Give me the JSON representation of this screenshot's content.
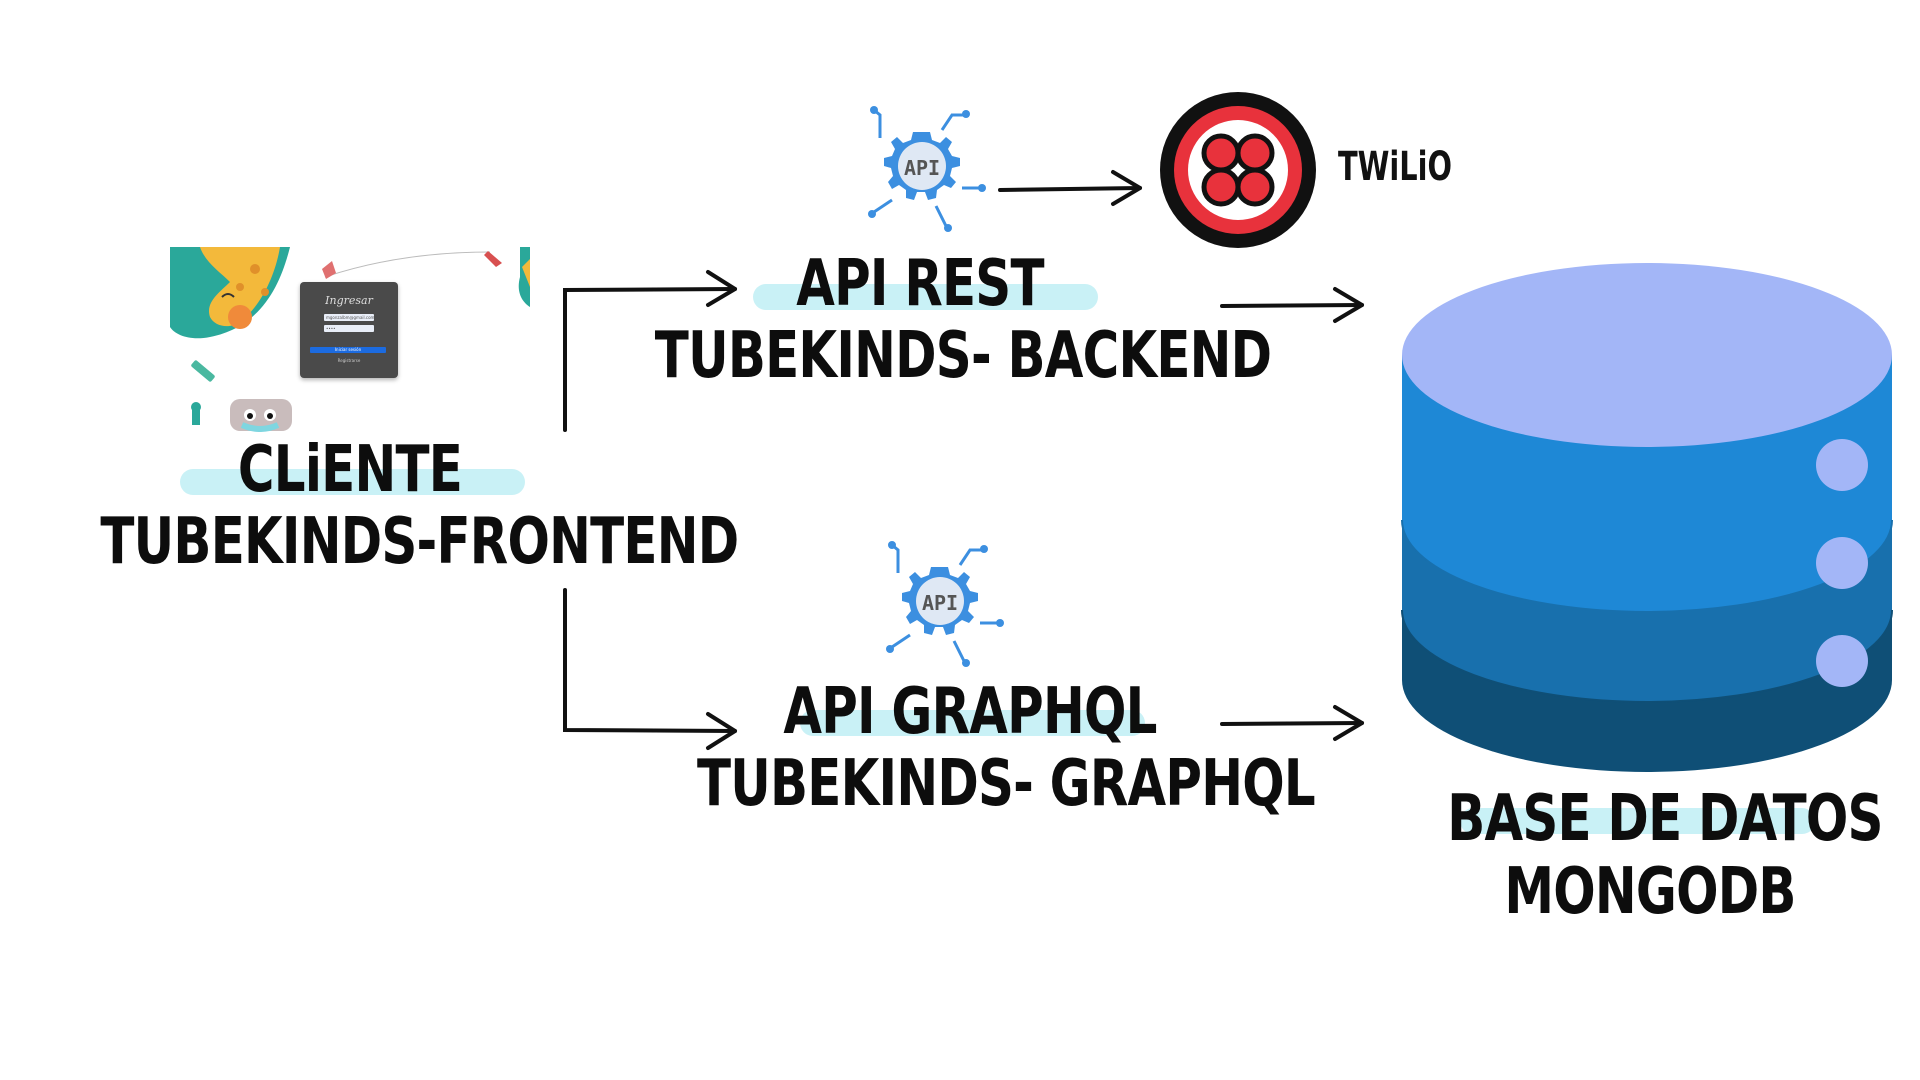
{
  "nodes": {
    "client": {
      "title": "CLiENTE",
      "subtitle": "TUBEKINDS-FRONTEND",
      "thumbnail": {
        "login_title": "Ingresar",
        "email_value": "mgonzalbm@gmail.com",
        "password_value": "••••",
        "login_button": "Iniciar sesión",
        "register_link": "Registrarse"
      }
    },
    "api_rest": {
      "title": "API REST",
      "subtitle": "TUBEKINDS- BACKEND",
      "icon": "api-gear-icon",
      "icon_text": "API"
    },
    "api_graphql": {
      "title": "API GRAPHQL",
      "subtitle": "TUBEKINDS- GRAPHQL",
      "icon": "api-gear-icon",
      "icon_text": "API"
    },
    "twilio": {
      "label": "TWiLiO",
      "icon": "twilio-logo-icon"
    },
    "database": {
      "title": "BASE DE DATOS",
      "subtitle": "MONGODB",
      "icon": "database-cylinder-icon"
    }
  },
  "edges": [
    {
      "from": "client",
      "to": "api_rest"
    },
    {
      "from": "client",
      "to": "api_graphql"
    },
    {
      "from": "api_rest",
      "to": "twilio"
    },
    {
      "from": "api_rest",
      "to": "database"
    },
    {
      "from": "api_graphql",
      "to": "database"
    }
  ],
  "colors": {
    "highlight": "#c9f1f6",
    "api_gear": "#3c8fe0",
    "twilio_red": "#e8323c",
    "db_top": "#a3b6f7",
    "db_band1": "#1e88d6",
    "db_band2": "#1870ad",
    "db_band3": "#0f4f76",
    "db_dot": "#a3b6f7",
    "ink": "#0d0d0d"
  }
}
